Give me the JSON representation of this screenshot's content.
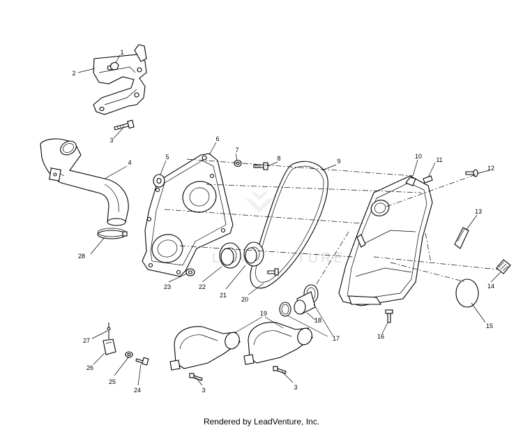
{
  "callouts": [
    {
      "id": "c1",
      "text": "1"
    },
    {
      "id": "c2",
      "text": "2"
    },
    {
      "id": "c3a",
      "text": "3"
    },
    {
      "id": "c4",
      "text": "4"
    },
    {
      "id": "c5",
      "text": "5"
    },
    {
      "id": "c6",
      "text": "6"
    },
    {
      "id": "c7",
      "text": "7"
    },
    {
      "id": "c8",
      "text": "8"
    },
    {
      "id": "c9",
      "text": "9"
    },
    {
      "id": "c10",
      "text": "10"
    },
    {
      "id": "c11",
      "text": "11"
    },
    {
      "id": "c12",
      "text": "12"
    },
    {
      "id": "c13",
      "text": "13"
    },
    {
      "id": "c14",
      "text": "14"
    },
    {
      "id": "c15",
      "text": "15"
    },
    {
      "id": "c16",
      "text": "16"
    },
    {
      "id": "c17",
      "text": "17"
    },
    {
      "id": "c18",
      "text": "18"
    },
    {
      "id": "c19",
      "text": "19"
    },
    {
      "id": "c20",
      "text": "20"
    },
    {
      "id": "c21",
      "text": "21"
    },
    {
      "id": "c22",
      "text": "22"
    },
    {
      "id": "c23",
      "text": "23"
    },
    {
      "id": "c24",
      "text": "24"
    },
    {
      "id": "c25",
      "text": "25"
    },
    {
      "id": "c26",
      "text": "26"
    },
    {
      "id": "c27",
      "text": "27"
    },
    {
      "id": "c28",
      "text": "28"
    },
    {
      "id": "c3b",
      "text": "3"
    },
    {
      "id": "c3c",
      "text": "3"
    }
  ],
  "watermark": {
    "text": "LEADVENTURE"
  },
  "footer": {
    "text": "Rendered by LeadVenture, Inc."
  }
}
